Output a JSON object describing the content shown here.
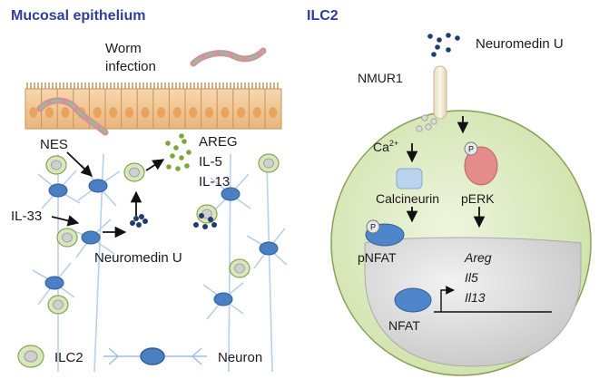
{
  "left_panel": {
    "title": "Mucosal epithelium",
    "worm_label_line1": "Worm",
    "worm_label_line2": "infection",
    "nes_label": "NES",
    "il33_label": "IL-33",
    "neuromedin_label": "Neuromedin U",
    "cytokines": [
      "AREG",
      "IL-5",
      "IL-13"
    ]
  },
  "right_panel": {
    "title": "ILC2",
    "neuromedin_label": "Neuromedin U",
    "receptor_label": "NMUR1",
    "calcium_label": "Ca",
    "calcium_superscript": "2+",
    "calcineurin_label": "Calcineurin",
    "perk_label": "pERK",
    "pnfat_label": "pNFAT",
    "nfat_label": "NFAT",
    "phospho_badge": "P",
    "genes": [
      "Areg",
      "Il5",
      "Il13"
    ]
  },
  "legend": {
    "ilc2_label": "ILC2",
    "neuron_label": "Neuron"
  },
  "colors": {
    "title": "#2f3f99",
    "cell_fill": "#d8e8bd",
    "cell_stroke": "#8aa05a",
    "nucleus": "#d9d9d9",
    "ilc2_ring": "#a7c464",
    "neuron_body": "#4a7fc2",
    "neuron_dendrite": "#b9d0ea",
    "nmu_dot": "#1f3c6e",
    "cytokine_dot": "#7ea63a",
    "perk": "#e48c8c",
    "nfat": "#4f86c9",
    "calcineurin": "#bcd3ef",
    "epithelium": "#f3c995"
  }
}
